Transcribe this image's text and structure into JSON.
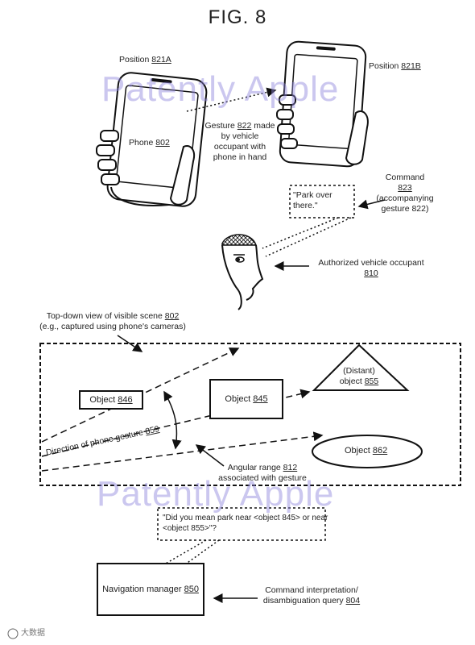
{
  "figure": {
    "title": "FIG. 8"
  },
  "watermark": {
    "text": "Patently Apple",
    "color": "#8c82dc"
  },
  "top": {
    "position_a": {
      "label": "Position",
      "ref": "821A"
    },
    "position_b": {
      "label": "Position",
      "ref": "821B"
    },
    "phone": {
      "label": "Phone",
      "ref": "802"
    },
    "gesture": {
      "line1_pre": "Gesture",
      "ref": "822",
      "line1_post": "made",
      "line2": "by vehicle",
      "line3": "occupant with",
      "line4": "phone in hand"
    },
    "command": {
      "line1": "Command",
      "ref": "823",
      "line3": "(accompanying",
      "line4": "gesture 822)"
    },
    "speech": {
      "line1": "\"Park over",
      "line2": "there.\""
    },
    "occupant": {
      "line1": "Authorized vehicle occupant",
      "ref": "810"
    }
  },
  "scene": {
    "caption": {
      "line1_pre": "Top-down view of visible scene",
      "ref": "802",
      "line2": "(e.g., captured using phone's cameras)"
    },
    "object_846": {
      "label": "Object",
      "ref": "846"
    },
    "object_845": {
      "label": "Object",
      "ref": "845"
    },
    "object_855": {
      "line1": "(Distant)",
      "line2_pre": "object",
      "ref": "855"
    },
    "object_862": {
      "label": "Object",
      "ref": "862"
    },
    "direction": {
      "text": "Direction of phone gesture",
      "ref": "859"
    },
    "angular": {
      "line1_pre": "Angular range",
      "ref": "812",
      "line2": "associated with gesture"
    }
  },
  "query": {
    "line1": "\"Did you mean park near <object 845> or near",
    "line2": "<object 855>\"?"
  },
  "nav": {
    "label": "Navigation manager",
    "ref": "850"
  },
  "interp": {
    "line1": "Command interpretation/",
    "line2_pre": "disambiguation query",
    "ref": "804"
  },
  "corner_mark": {
    "text": "大数据"
  }
}
